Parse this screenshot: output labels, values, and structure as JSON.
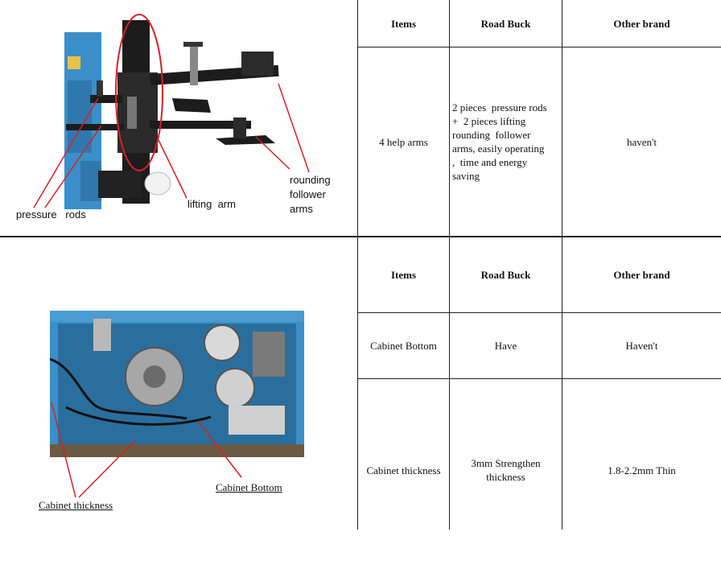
{
  "section1": {
    "labels": {
      "pressure_rods": "pressure   rods",
      "lifting_arm": "lifting  arm",
      "rounding_follower_arms": [
        "rounding",
        "follower",
        "arms"
      ]
    },
    "table": {
      "headers": [
        "Items",
        "Road Buck",
        "Other brand"
      ],
      "row": {
        "item": "4 help arms",
        "road_buck": [
          "2 pieces  pressure rods",
          "+  2 pieces lifting",
          "rounding  follower",
          "arms, easily operating",
          ",  time and energy",
          "saving"
        ],
        "other": "haven't"
      }
    }
  },
  "section2": {
    "labels": {
      "cabinet_bottom": "Cabinet Bottom",
      "cabinet_thickness": "Cabinet thickness"
    },
    "table": {
      "headers": [
        "Items",
        "Road Buck",
        "Other brand"
      ],
      "rows": [
        {
          "item": "Cabinet Bottom",
          "road_buck": "Have",
          "other": "Haven't"
        },
        {
          "item": "Cabinet thickness",
          "road_buck": [
            "3mm Strengthen",
            "thickness"
          ],
          "other": "1.8-2.2mm Thin"
        }
      ]
    }
  },
  "colors": {
    "machine_blue": "#3b8fc8",
    "annotation_red": "#d81f26",
    "dark_metal": "#1c1c1c"
  }
}
